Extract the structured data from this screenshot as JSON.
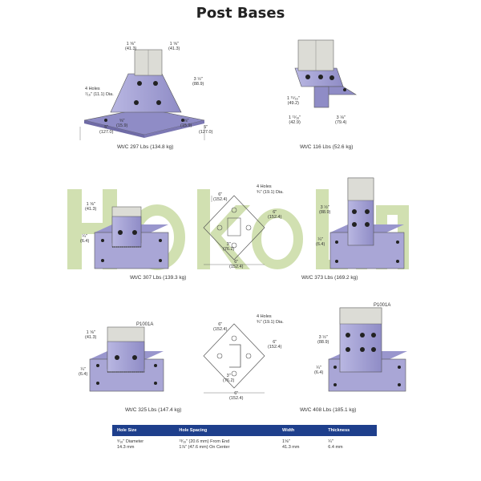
{
  "title": "Post Bases",
  "captions": {
    "p1": "Wt/C 297 Lbs  (134.8 kg)",
    "p2": "Wt/C 116 Lbs  (52.6 kg)",
    "p3": "Wt/C 307 Lbs  (139.3 kg)",
    "p4": "Wt/C 373 Lbs  (169.2 kg)",
    "p5": "Wt/C 325 Lbs  (147.4 kg)",
    "p6": "Wt/C 408 Lbs  (185.1 kg)"
  },
  "dims": {
    "w1": "1 ⅝\"",
    "w1m": "(41.3)",
    "w2": "1 ⅝\"",
    "w2m": "(41.3)",
    "h312": "3 ½\"",
    "h312m": "(88.9)",
    "five": "5\"",
    "fivem": "(127.0)",
    "fiveR": "5\"",
    "fiveRm": "(127.0)",
    "fiveeighth": "⅝\"",
    "fiveeighthm": "(15.9)",
    "fiveeighthR": "⅝\"",
    "fiveeighthRm": "(15.9)",
    "h1": "1 ¹⁵⁄₁₆\"",
    "h1m": "(49.2)",
    "h2": "1 ¹¹⁄₁₆\"",
    "h2m": "(42.9)",
    "w318": "3 ⅛\"",
    "w318m": "(79.4)",
    "six": "6\"",
    "sixm": "(152.4)",
    "three": "3\"",
    "threem": "(76.2)",
    "quarter": "¼\"",
    "quarterm": "(6.4)"
  },
  "notes": {
    "holes_a": "4 Holes",
    "holes_a2": "⁷⁄₁₆\" (11.1) Dia.",
    "holes_b": "4 Holes",
    "holes_b2": "¾\" (19.1) Dia.",
    "p1001a": "P1001A"
  },
  "table": {
    "headers": [
      "Hole Size",
      "Hole Spacing",
      "Width",
      "Thickness"
    ],
    "rows": [
      [
        "⁹⁄₁₆\" Diameter",
        "¹³⁄₁₆\" (20.6 mm) From End",
        "1⅝\"",
        "¼\""
      ],
      [
        "14.3 mm",
        "1⅞\" (47.6 mm) On Center",
        "41.3 mm",
        "6.4 mm"
      ]
    ]
  },
  "colors": {
    "steel": "#a9a6d6",
    "steel_dark": "#7f7bb8",
    "header": "#1e3f8c",
    "watermark": "#9bbb55"
  }
}
